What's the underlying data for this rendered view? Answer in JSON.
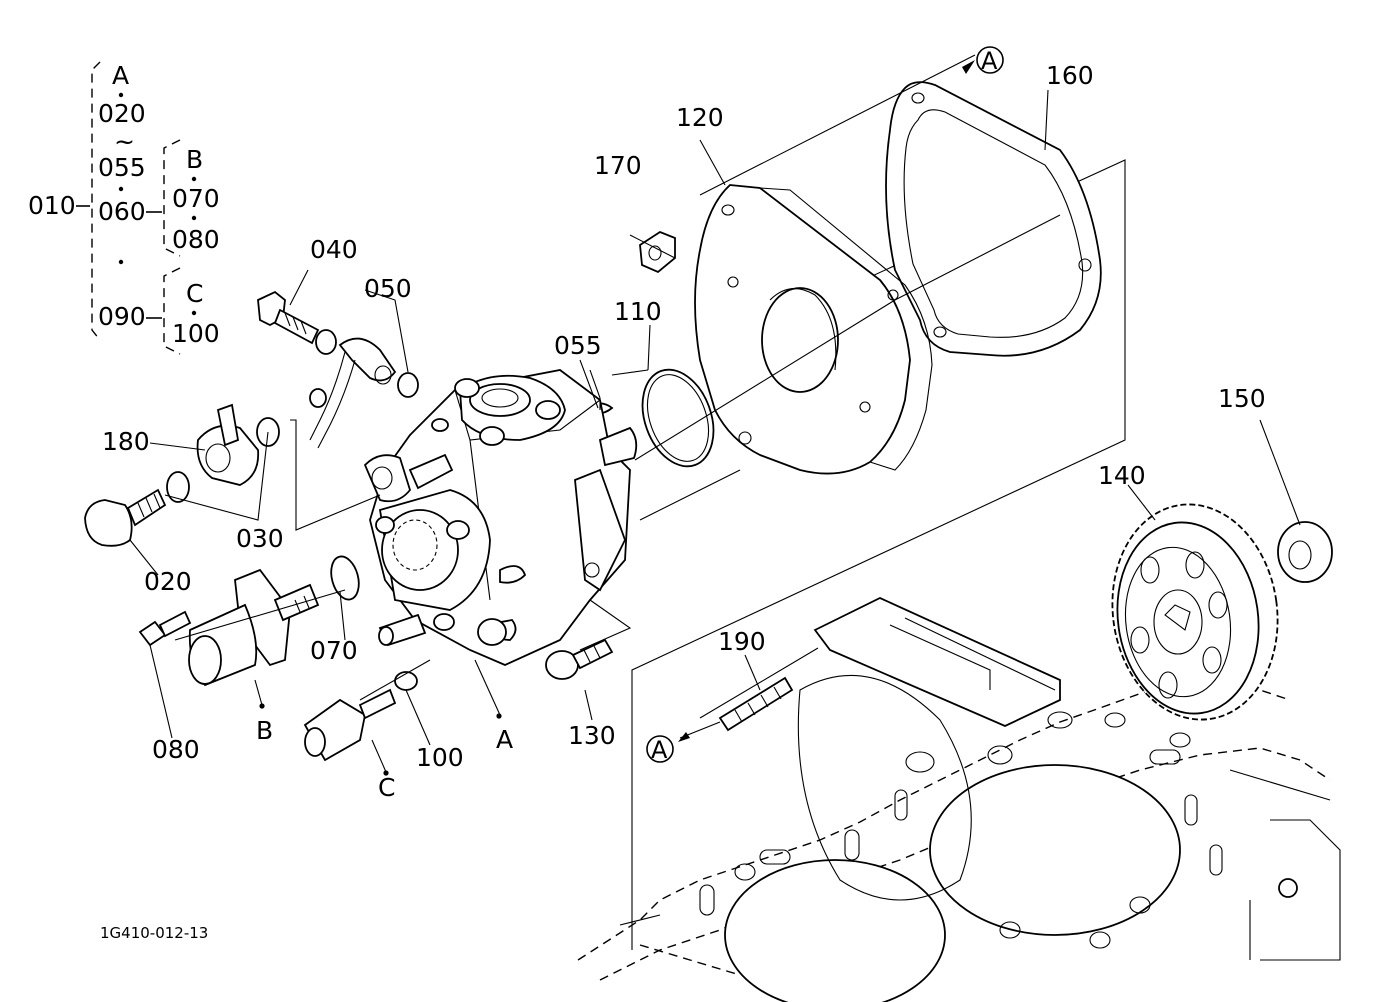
{
  "diagram_code": "1G410-012-13",
  "assembly_bracket": {
    "main": "010",
    "column_items": [
      "A",
      "020",
      "~",
      "055",
      "060",
      "090"
    ],
    "group_b": {
      "letter": "B",
      "items": [
        "070",
        "080"
      ]
    },
    "group_c": {
      "letter": "C",
      "items": [
        "100"
      ]
    }
  },
  "callouts": {
    "p020": "020",
    "p030": "030",
    "p040": "040",
    "p050": "050",
    "p055": "055",
    "p070": "070",
    "p080": "080",
    "p100": "100",
    "p110": "110",
    "p120": "120",
    "p130": "130",
    "p140": "140",
    "p150": "150",
    "p160": "160",
    "p170": "170",
    "p180": "180",
    "p190": "190"
  },
  "sub_labels": {
    "a": "A",
    "b": "B",
    "c": "C"
  },
  "reference_markers": {
    "top": "A",
    "bottom": "A"
  }
}
